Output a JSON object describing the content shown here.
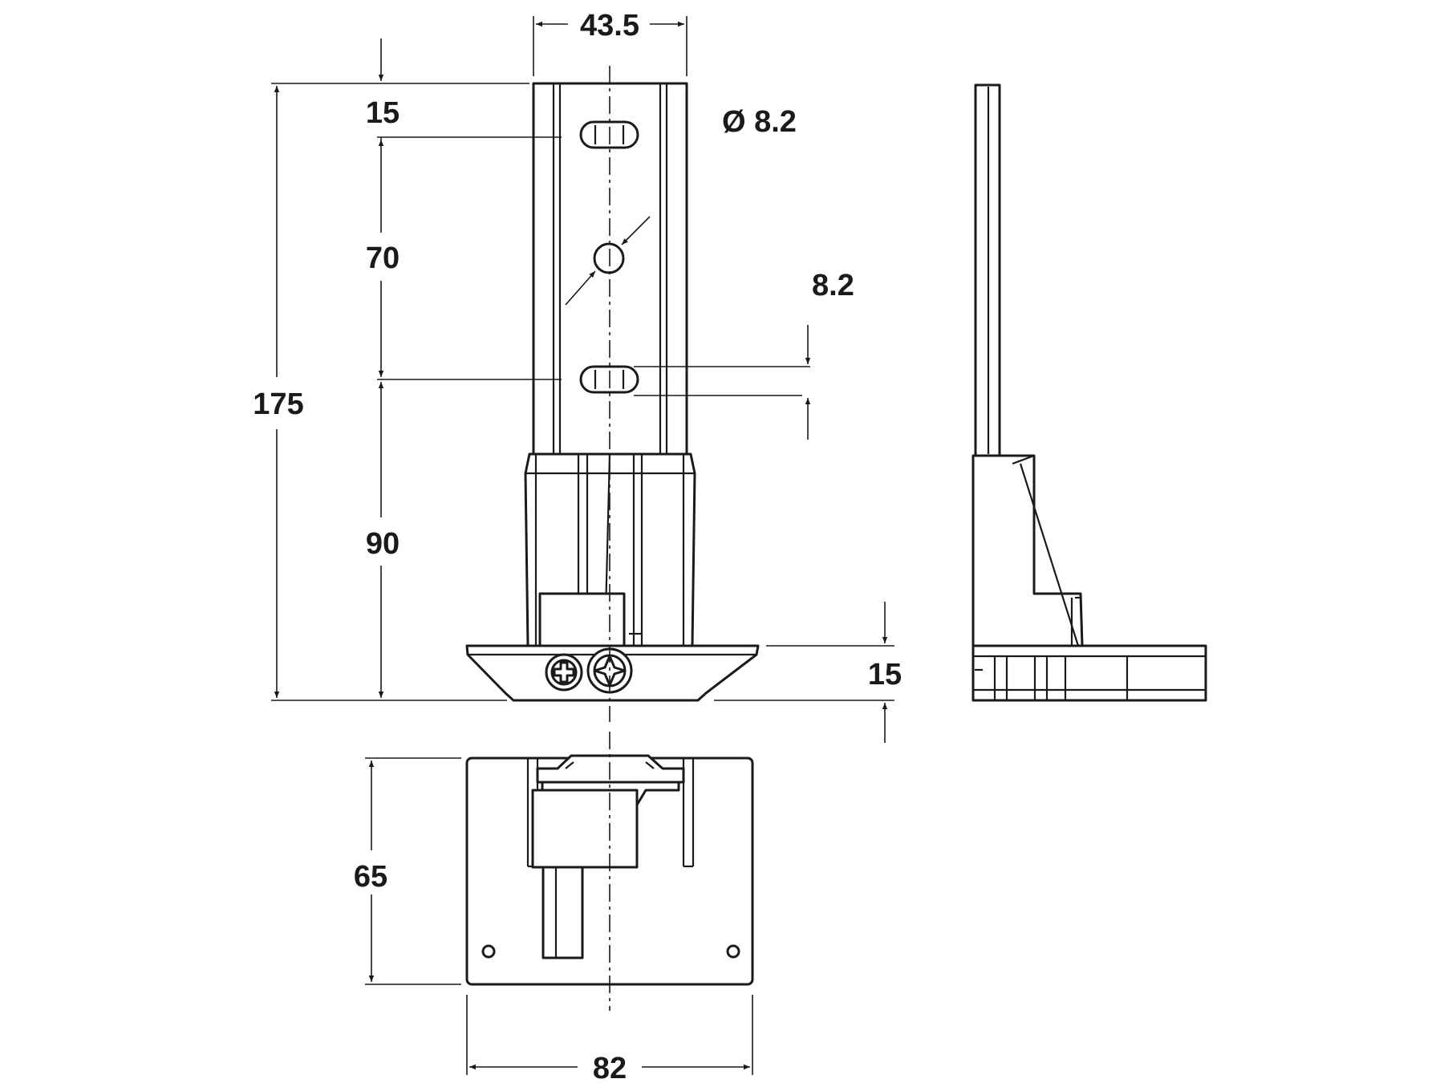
{
  "dimensions": {
    "top_width": "43.5",
    "top_offset": "15",
    "slot_spacing": "70",
    "total_height": "175",
    "lower_height": "90",
    "hole_diameter": "Ø 8.2",
    "slot_width": "8.2",
    "base_height": "15",
    "plan_depth": "65",
    "plan_width": "82"
  },
  "colors": {
    "line": "#1a1a1a",
    "background": "#ffffff"
  }
}
